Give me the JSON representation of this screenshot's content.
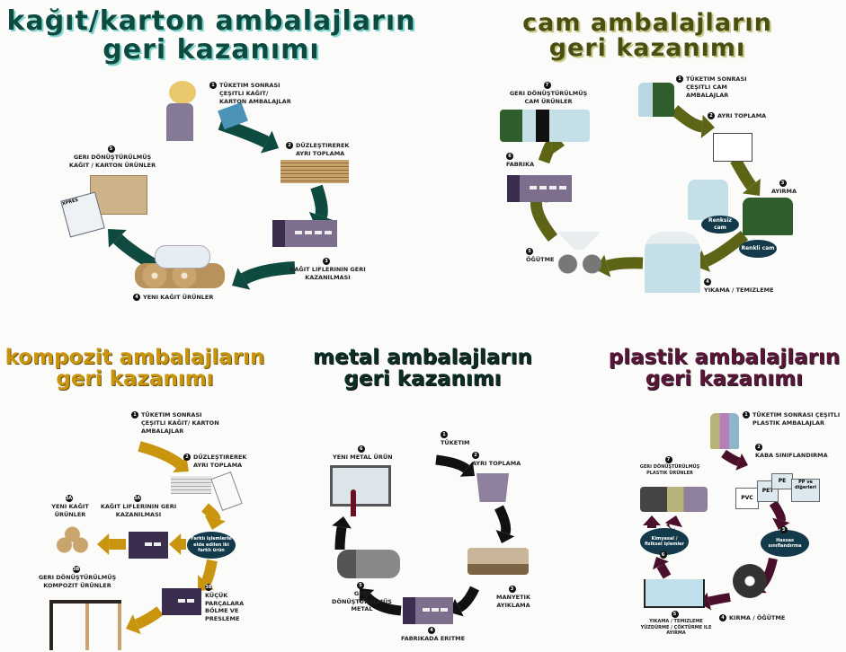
{
  "colors": {
    "paper": "#0e4a3f",
    "glass": "#5e6415",
    "composite": "#c9950f",
    "metal": "#111111",
    "plastic": "#4a0f2a"
  },
  "paper": {
    "title_line1": "kağıt/karton ambalajların",
    "title_line2": "geri kazanımı",
    "steps": [
      {
        "num": "1",
        "label": "Tüketim sonrası çeşitli kağıt/ karton ambalajlar"
      },
      {
        "num": "2",
        "label": "Düzleştirerek ayrı toplama"
      },
      {
        "num": "3",
        "label": "Kağıt liflerinin geri kazanılması"
      },
      {
        "num": "4",
        "label": "Yeni kağıt ürünler"
      },
      {
        "num": "5",
        "label": "Geri dönüştürülmüş kağıt / karton ürünler"
      }
    ],
    "newspaper_text": "XPRES"
  },
  "glass": {
    "title_line1": "cam ambalajların",
    "title_line2": "geri kazanımı",
    "steps": [
      {
        "num": "1",
        "label": "Tüketim sonrası çeşitli cam ambalajlar"
      },
      {
        "num": "2",
        "label": "Ayrı toplama"
      },
      {
        "num": "3",
        "label": "Ayırma"
      },
      {
        "num": "4",
        "label": "Yıkama / temizleme"
      },
      {
        "num": "5",
        "label": "Öğütme"
      },
      {
        "num": "6",
        "label": "Fabrika"
      },
      {
        "num": "7",
        "label": "Geri dönüştürülmüş cam ürünler"
      }
    ],
    "colorless": "Renksiz cam",
    "colored": "Renkli cam"
  },
  "composite": {
    "title_line1": "kompozit ambalajların",
    "title_line2": "geri kazanımı",
    "steps": [
      {
        "num": "1",
        "label": "Tüketim sonrası çeşitli kağıt/ karton ambalajlar"
      },
      {
        "num": "2",
        "label": "Düzleştirerek ayrı toplama"
      },
      {
        "num": "3a",
        "label": "Yeni kağıt ürünler"
      },
      {
        "num": "3a",
        "label": "Kağıt liflerinin geri kazanılması"
      },
      {
        "num": "3b",
        "label": "Geri dönüştürülmüş kompozit ürünler"
      },
      {
        "num": "3b",
        "label": "Küçük parçalara bölme ve presleme"
      }
    ],
    "oval": "Farklı işlemlerle elde edilen iki farklı ürün"
  },
  "metal": {
    "title_line1": "metal ambalajların",
    "title_line2": "geri kazanımı",
    "steps": [
      {
        "num": "1",
        "label": "Tüketim"
      },
      {
        "num": "2",
        "label": "Ayrı toplama"
      },
      {
        "num": "3",
        "label": "Manyetik ayıklama"
      },
      {
        "num": "4",
        "label": "Fabrikada eritme"
      },
      {
        "num": "5",
        "label": "Geri dönüştürülmüş metal"
      },
      {
        "num": "6",
        "label": "Yeni metal ürün"
      }
    ]
  },
  "plastic": {
    "title_line1": "plastik ambalajların",
    "title_line2": "geri kazanımı",
    "steps": [
      {
        "num": "1",
        "label": "Tüketim sonrası çeşitli plastik ambalajlar"
      },
      {
        "num": "2",
        "label": "Kaba sınıflandırma"
      },
      {
        "num": "3",
        "label": "Hassas sınıflandırma"
      },
      {
        "num": "4",
        "label": "Kırma / öğütme"
      },
      {
        "num": "5",
        "label": "Yıkama / temizleme yüzdürme / çöktürme ile ayırma"
      },
      {
        "num": "6",
        "label": "Kimyasal / fiziksel işlemler"
      },
      {
        "num": "7",
        "label": "Geri dönüştürülmüş plastik ürünler"
      }
    ],
    "bins": [
      "PVC",
      "PET",
      "PE",
      "PP ve diğerleri"
    ]
  }
}
